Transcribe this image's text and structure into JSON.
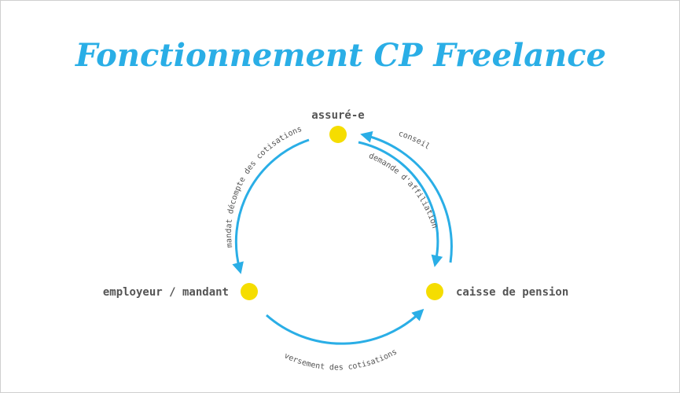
{
  "title": "Fonctionnement CP Freelance",
  "colors": {
    "title": "#2aaee6",
    "arrow": "#2aaee6",
    "node": "#f5dd00",
    "label": "#555555",
    "edge_label": "#555555"
  },
  "nodes": {
    "assure": "assuré-e",
    "employeur": "employeur / mandant",
    "caisse": "caisse de pension"
  },
  "edges": {
    "mandat": "mandat décompte des cotisations",
    "conseil": "conseil",
    "affiliation": "demande d'affiliation",
    "versement": "versement des cotisations"
  }
}
